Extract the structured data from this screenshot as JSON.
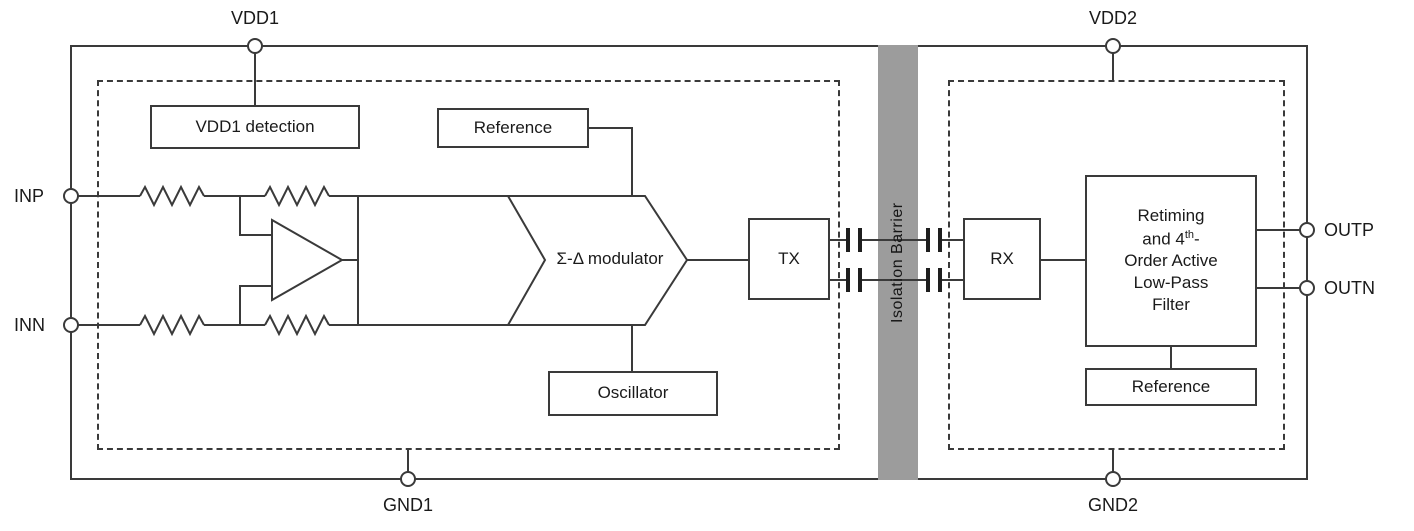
{
  "pins": {
    "vdd1": "VDD1",
    "vdd2": "VDD2",
    "inp": "INP",
    "inn": "INN",
    "outp": "OUTP",
    "outn": "OUTN",
    "gnd1": "GND1",
    "gnd2": "GND2"
  },
  "blocks": {
    "vdd1_detection": "VDD1 detection",
    "reference_left": "Reference",
    "modulator": "Σ-Δ modulator",
    "oscillator": "Oscillator",
    "tx": "TX",
    "rx": "RX",
    "isolation_barrier": "Isolation Barrier",
    "reference_right": "Reference",
    "filter": {
      "line1": "Retiming",
      "line2_pre": "and 4",
      "line2_sup": "th",
      "line2_post": "-",
      "line3": "Order Active",
      "line4": "Low-Pass",
      "line5": "Filter"
    }
  },
  "colors": {
    "line": "#3a3a3a",
    "barrier_fill": "#9c9c9c",
    "background": "#ffffff"
  }
}
